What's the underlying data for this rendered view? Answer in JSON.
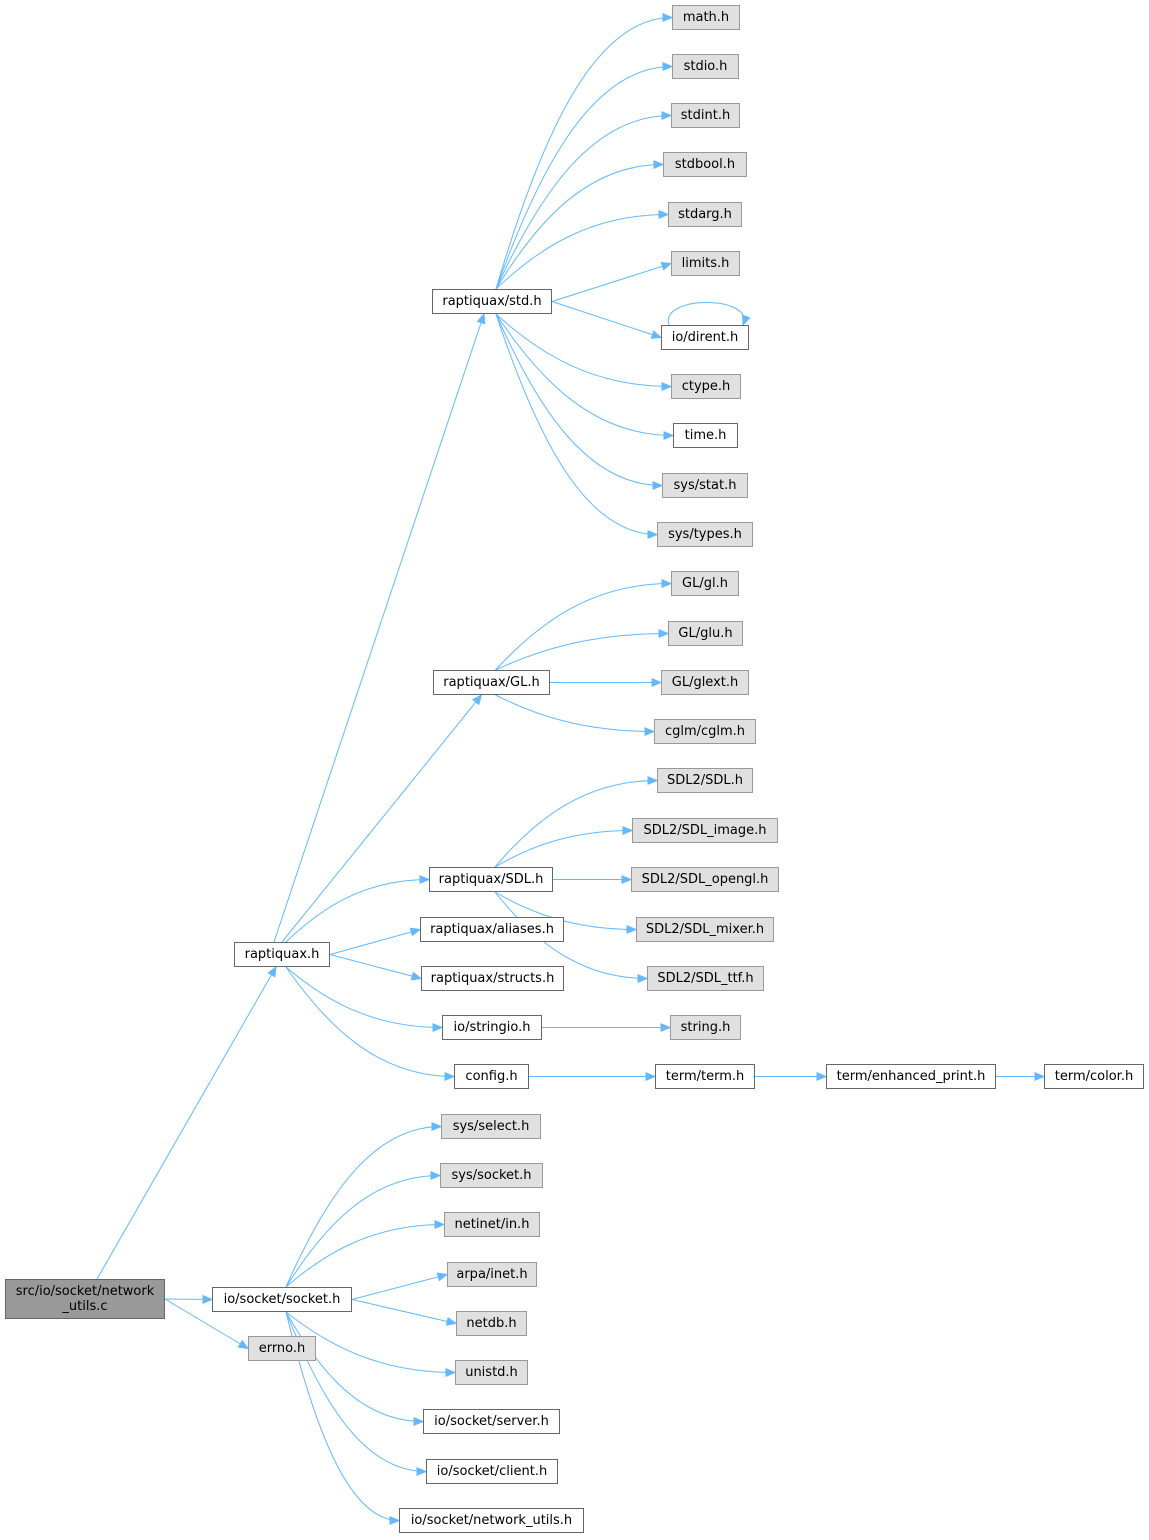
{
  "graph": {
    "colors": {
      "edge": "#63b8ff",
      "node_border": "#666666",
      "ext_fill": "#e0e0e0",
      "ext_border": "#999999",
      "root_fill": "#999999"
    },
    "nodes": {
      "root": {
        "label": "src/io/socket/network\n_utils.c",
        "kind": "root"
      },
      "raptiquax_h": {
        "label": "raptiquax.h",
        "kind": "doc"
      },
      "socket_h": {
        "label": "io/socket/socket.h",
        "kind": "doc"
      },
      "errno_h": {
        "label": "errno.h",
        "kind": "ext"
      },
      "std_h": {
        "label": "raptiquax/std.h",
        "kind": "doc"
      },
      "gl_h": {
        "label": "raptiquax/GL.h",
        "kind": "doc"
      },
      "sdl_h": {
        "label": "raptiquax/SDL.h",
        "kind": "doc"
      },
      "aliases_h": {
        "label": "raptiquax/aliases.h",
        "kind": "doc"
      },
      "structs_h": {
        "label": "raptiquax/structs.h",
        "kind": "doc"
      },
      "stringio_h": {
        "label": "io/stringio.h",
        "kind": "doc"
      },
      "config_h": {
        "label": "config.h",
        "kind": "doc"
      },
      "math_h": {
        "label": "math.h",
        "kind": "ext"
      },
      "stdio_h": {
        "label": "stdio.h",
        "kind": "ext"
      },
      "stdint_h": {
        "label": "stdint.h",
        "kind": "ext"
      },
      "stdbool_h": {
        "label": "stdbool.h",
        "kind": "ext"
      },
      "stdarg_h": {
        "label": "stdarg.h",
        "kind": "ext"
      },
      "limits_h": {
        "label": "limits.h",
        "kind": "ext"
      },
      "dirent_h": {
        "label": "io/dirent.h",
        "kind": "doc"
      },
      "ctype_h": {
        "label": "ctype.h",
        "kind": "ext"
      },
      "time_h": {
        "label": "time.h",
        "kind": "doc"
      },
      "sysstat_h": {
        "label": "sys/stat.h",
        "kind": "ext"
      },
      "systypes_h": {
        "label": "sys/types.h",
        "kind": "ext"
      },
      "glgl_h": {
        "label": "GL/gl.h",
        "kind": "ext"
      },
      "glglu_h": {
        "label": "GL/glu.h",
        "kind": "ext"
      },
      "glglext_h": {
        "label": "GL/glext.h",
        "kind": "ext"
      },
      "cglm_h": {
        "label": "cglm/cglm.h",
        "kind": "ext"
      },
      "sdl2_h": {
        "label": "SDL2/SDL.h",
        "kind": "ext"
      },
      "sdlimage_h": {
        "label": "SDL2/SDL_image.h",
        "kind": "ext"
      },
      "sdlopengl_h": {
        "label": "SDL2/SDL_opengl.h",
        "kind": "ext"
      },
      "sdlmixer_h": {
        "label": "SDL2/SDL_mixer.h",
        "kind": "ext"
      },
      "sdlttf_h": {
        "label": "SDL2/SDL_ttf.h",
        "kind": "ext"
      },
      "string_h": {
        "label": "string.h",
        "kind": "ext"
      },
      "term_h": {
        "label": "term/term.h",
        "kind": "doc"
      },
      "enhanced_h": {
        "label": "term/enhanced_print.h",
        "kind": "doc"
      },
      "color_h": {
        "label": "term/color.h",
        "kind": "doc"
      },
      "sysselect_h": {
        "label": "sys/select.h",
        "kind": "ext"
      },
      "syssocket_h": {
        "label": "sys/socket.h",
        "kind": "ext"
      },
      "netinet_h": {
        "label": "netinet/in.h",
        "kind": "ext"
      },
      "arpa_h": {
        "label": "arpa/inet.h",
        "kind": "ext"
      },
      "netdb_h": {
        "label": "netdb.h",
        "kind": "ext"
      },
      "unistd_h": {
        "label": "unistd.h",
        "kind": "ext"
      },
      "server_h": {
        "label": "io/socket/server.h",
        "kind": "doc"
      },
      "client_h": {
        "label": "io/socket/client.h",
        "kind": "doc"
      },
      "netutils_h": {
        "label": "io/socket/network_utils.h",
        "kind": "doc"
      }
    },
    "edges": [
      [
        "root",
        "raptiquax_h"
      ],
      [
        "root",
        "socket_h"
      ],
      [
        "root",
        "errno_h"
      ],
      [
        "raptiquax_h",
        "std_h"
      ],
      [
        "raptiquax_h",
        "gl_h"
      ],
      [
        "raptiquax_h",
        "sdl_h"
      ],
      [
        "raptiquax_h",
        "aliases_h"
      ],
      [
        "raptiquax_h",
        "structs_h"
      ],
      [
        "raptiquax_h",
        "stringio_h"
      ],
      [
        "raptiquax_h",
        "config_h"
      ],
      [
        "std_h",
        "math_h"
      ],
      [
        "std_h",
        "stdio_h"
      ],
      [
        "std_h",
        "stdint_h"
      ],
      [
        "std_h",
        "stdbool_h"
      ],
      [
        "std_h",
        "stdarg_h"
      ],
      [
        "std_h",
        "limits_h"
      ],
      [
        "std_h",
        "dirent_h"
      ],
      [
        "std_h",
        "ctype_h"
      ],
      [
        "std_h",
        "time_h"
      ],
      [
        "std_h",
        "sysstat_h"
      ],
      [
        "std_h",
        "systypes_h"
      ],
      [
        "dirent_h",
        "dirent_h"
      ],
      [
        "gl_h",
        "glgl_h"
      ],
      [
        "gl_h",
        "glglu_h"
      ],
      [
        "gl_h",
        "glglext_h"
      ],
      [
        "gl_h",
        "cglm_h"
      ],
      [
        "sdl_h",
        "sdl2_h"
      ],
      [
        "sdl_h",
        "sdlimage_h"
      ],
      [
        "sdl_h",
        "sdlopengl_h"
      ],
      [
        "sdl_h",
        "sdlmixer_h"
      ],
      [
        "sdl_h",
        "sdlttf_h"
      ],
      [
        "stringio_h",
        "string_h"
      ],
      [
        "config_h",
        "term_h"
      ],
      [
        "term_h",
        "enhanced_h"
      ],
      [
        "enhanced_h",
        "color_h"
      ],
      [
        "socket_h",
        "sysselect_h"
      ],
      [
        "socket_h",
        "syssocket_h"
      ],
      [
        "socket_h",
        "netinet_h"
      ],
      [
        "socket_h",
        "arpa_h"
      ],
      [
        "socket_h",
        "netdb_h"
      ],
      [
        "socket_h",
        "unistd_h"
      ],
      [
        "socket_h",
        "server_h"
      ],
      [
        "socket_h",
        "client_h"
      ],
      [
        "socket_h",
        "netutils_h"
      ]
    ]
  }
}
